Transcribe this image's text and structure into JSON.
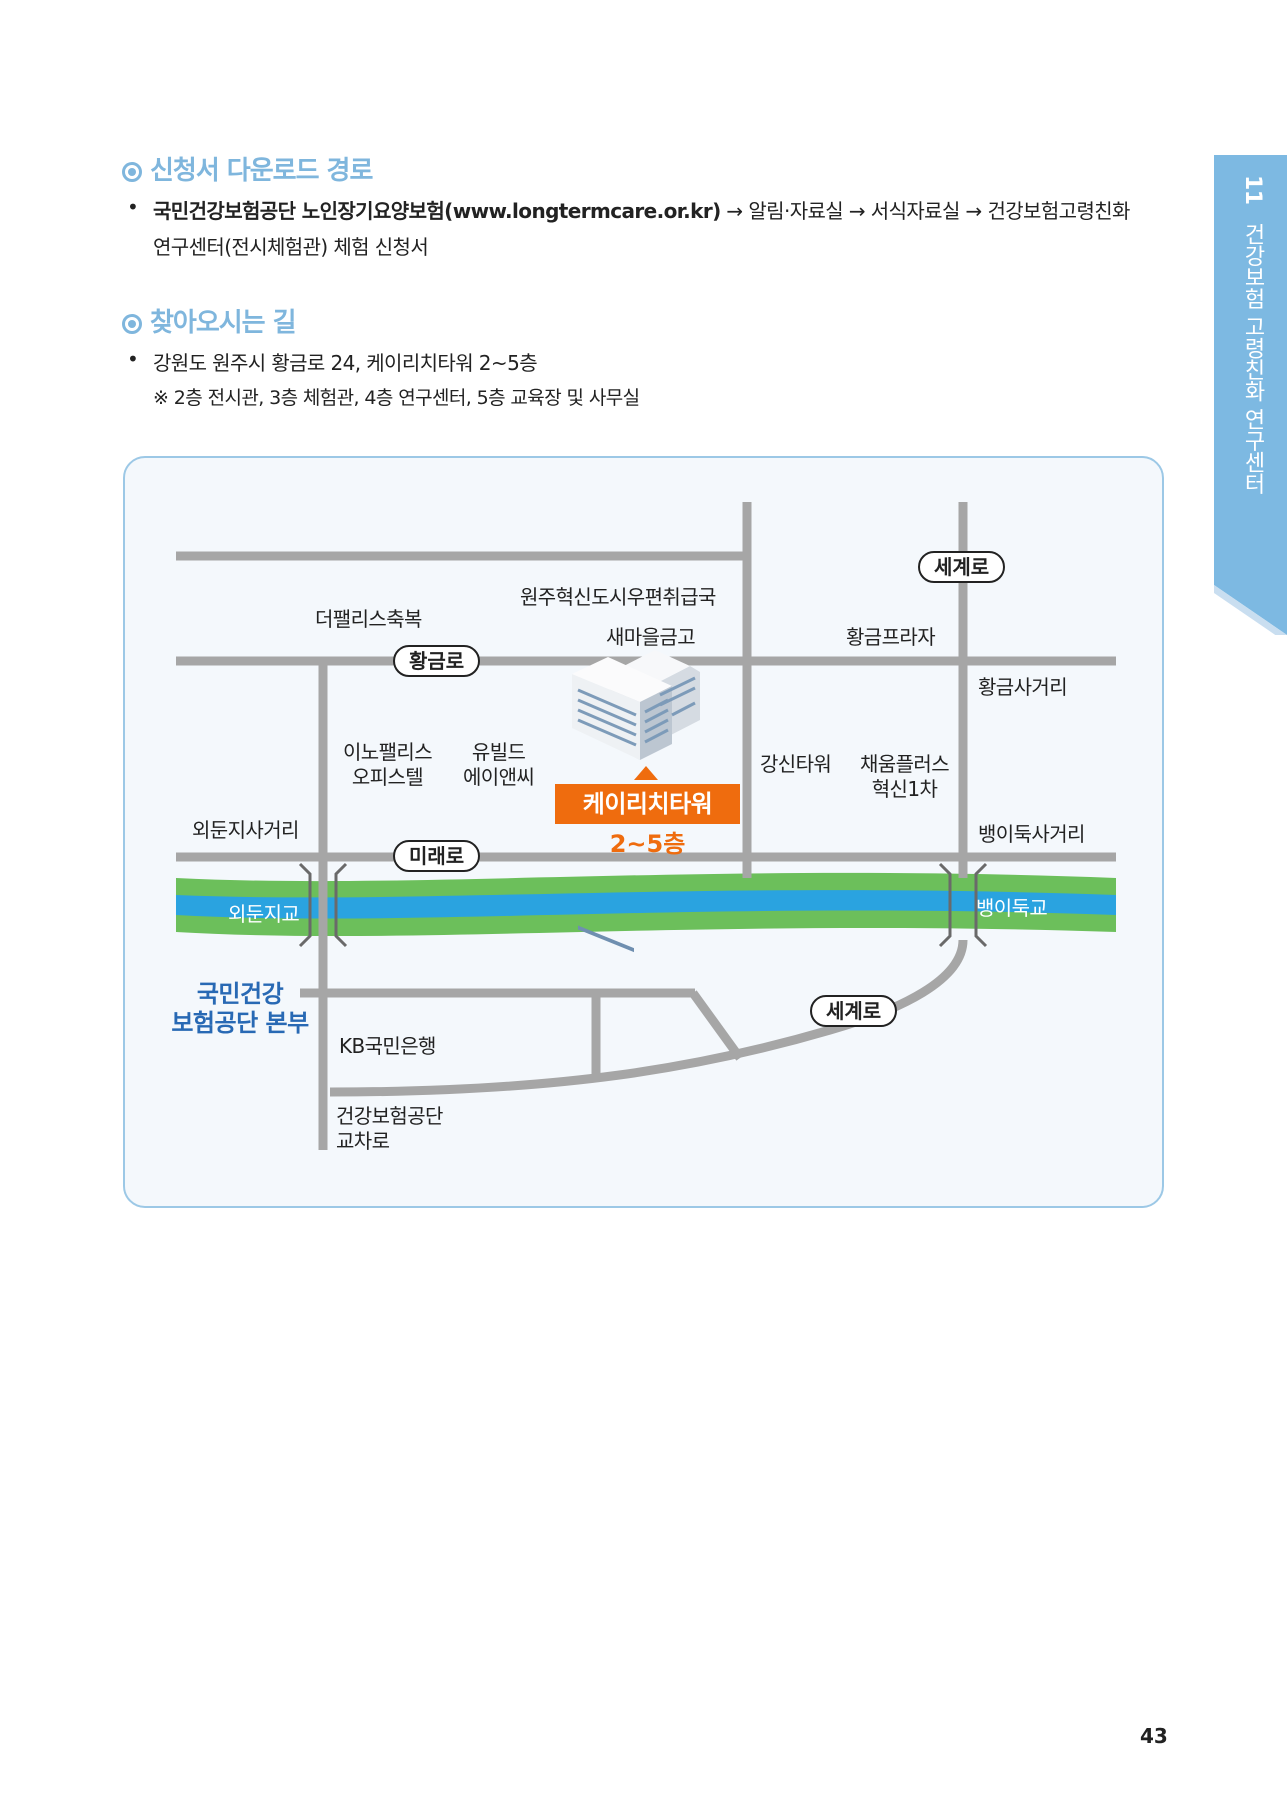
{
  "side_tab": {
    "number": "11",
    "title": "건강보험 고령친화 연구센터",
    "color": "#7db9e2"
  },
  "section1": {
    "title": "신청서 다운로드 경로",
    "line1_bold": "국민건강보험공단 노인장기요양보험(www.longtermcare.or.kr)",
    "line1_rest": " → 알림·자료실 → 서식자료실 → 건강보험고령친화",
    "line2": "연구센터(전시체험관) 체험 신청서"
  },
  "section2": {
    "title": "찾아오시는 길",
    "address": "강원도 원주시 황금로 24, 케이리치타워 2~5층",
    "note": "※ 2층 전시관, 3층 체험관, 4층 연구센터, 5층 교육장 및 사무실"
  },
  "map": {
    "roads": {
      "segye_top": "세계로",
      "hwanggeum": "황금로",
      "mirae": "미래로",
      "segye_bottom": "세계로"
    },
    "places": {
      "post_office": "원주혁신도시우편취급국",
      "the_palace": "더팰리스축복",
      "saemaul": "새마을금고",
      "hwanggeum_plaza": "황금프라자",
      "hwanggeum_intersection": "황금사거리",
      "inno_palace_1": "이노팰리스",
      "inno_palace_2": "오피스텔",
      "yubild_1": "유빌드",
      "yubild_2": "에이앤씨",
      "gangsin_tower": "강신타워",
      "chaeum_1": "채움플러스",
      "chaeum_2": "혁신1차",
      "oedunji_intersection": "외둔지사거리",
      "baengidug_intersection": "뱅이둑사거리",
      "kb_bank": "KB국민은행",
      "nhis_junction_1": "건강보험공단",
      "nhis_junction_2": "교차로"
    },
    "bridges": {
      "oedunji": "외둔지교",
      "baengidug": "뱅이둑교"
    },
    "target": {
      "name": "케이리치타워",
      "floors": "2~5층",
      "color": "#ef6c0e"
    },
    "hq": {
      "line1": "국민건강",
      "line2": "보험공단 본부",
      "color": "#2869b4"
    },
    "colors": {
      "road": "#a6a6a6",
      "river": "#2aa3e0",
      "river_bank": "#6cbf5b",
      "border": "#9cc8e6"
    }
  },
  "page_number": "43"
}
